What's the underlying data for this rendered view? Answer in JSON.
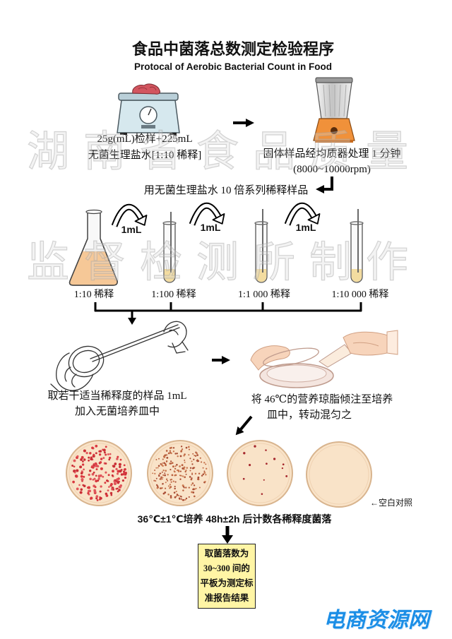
{
  "title": "食品中菌落总数测定检验程序",
  "subtitle": "Protocal of Aerobic Bacterial Count in Food",
  "step_sample": {
    "lines": [
      "25g(mL)检样+225mL",
      "无菌生理盐水[1:10 稀释]"
    ]
  },
  "step_homogenize": {
    "lines": [
      "固体样品经均质器处理 1 分钟",
      "(8000~10000rpm)"
    ]
  },
  "step_dilute": "用无菌生理盐水 10 倍系列稀释样品",
  "transfer_labels": [
    "1mL",
    "1mL",
    "1mL"
  ],
  "dilutions": [
    "1:10 稀释",
    "1:100 稀释",
    "1:1 000 稀释",
    "1:10 000 稀释"
  ],
  "step_plate": {
    "lines": [
      "取若干适当稀释度的样品 1mL",
      "加入无菌培养皿中"
    ]
  },
  "step_pour": {
    "lines": [
      "将 46℃的营养琼脂倾注至培养",
      "皿中，转动混匀之"
    ]
  },
  "blank_control": "←空白对照",
  "step_incubate": "36℃±1℃培养 48h±2h 后计数各稀释度菌落",
  "result_box": {
    "lines": [
      "取菌落数为",
      "30~300 间的",
      "平板为测定标",
      "准报告结果"
    ]
  },
  "watermark": {
    "lines": [
      "湖南省食品质量",
      "监督检测所制作"
    ]
  },
  "logo": "电商资源网",
  "colors": {
    "flask_liquid": "#f6c897",
    "tube_liquid": "#f3dca0",
    "agar": "#f9e3c8",
    "result_box": "#fff5a5",
    "blender_base": "#f0913a",
    "logo": "#1b8ee6"
  }
}
